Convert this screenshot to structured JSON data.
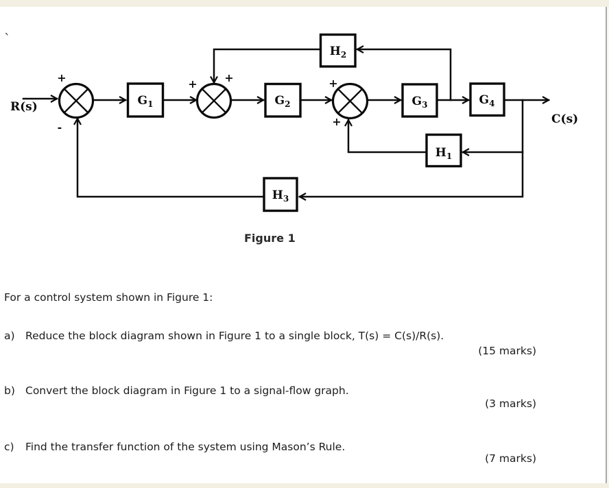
{
  "page": {
    "stray_mark": "`",
    "figure_caption": "Figure 1",
    "intro": "For a control system shown in Figure 1:",
    "questions": [
      {
        "label": "a)",
        "text": "Reduce the block diagram shown in Figure 1 to a single block, T(s) = C(s)/R(s).",
        "marks": "(15 marks)"
      },
      {
        "label": "b)",
        "text": "Convert the block diagram in Figure 1 to a signal-flow graph.",
        "marks": "(3 marks)"
      },
      {
        "label": "c)",
        "text": "Find the transfer function of the system using Mason’s Rule.",
        "marks": "(7 marks)"
      }
    ]
  },
  "diagram": {
    "input_label": "R(s)",
    "output_label": "C(s)",
    "blocks": {
      "g1": {
        "main": "G",
        "sub": "1"
      },
      "g2": {
        "main": "G",
        "sub": "2"
      },
      "g3": {
        "main": "G",
        "sub": "3"
      },
      "g4": {
        "main": "G",
        "sub": "4"
      },
      "h1": {
        "main": "H",
        "sub": "1"
      },
      "h2": {
        "main": "H",
        "sub": "2"
      },
      "h3": {
        "main": "H",
        "sub": "3"
      }
    },
    "signs": {
      "sum1_input": "+",
      "sum1_feedback": "-",
      "sum2_input": "+",
      "sum2_feedback": "+",
      "sum3_input": "+",
      "sum3_feedback": "+"
    },
    "colors": {
      "line": "#0a0a0a",
      "page_bg": "#ffffff",
      "frame": "#f3efe2",
      "frame_line": "#a9a9a9"
    }
  }
}
